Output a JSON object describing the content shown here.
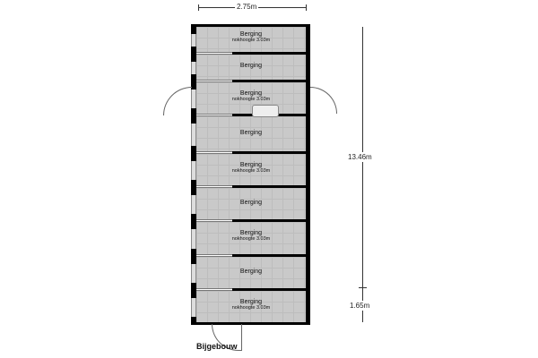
{
  "dimensions": {
    "width": "2.75m",
    "length_main": "13.46m",
    "length_extra": "1.65m"
  },
  "rooms": [
    {
      "label": "Berging",
      "sub": "nokhoogte 3.03m"
    },
    {
      "label": "Berging",
      "sub": ""
    },
    {
      "label": "Berging",
      "sub": "nokhoogte 3.03m"
    },
    {
      "label": "Berging",
      "sub": ""
    },
    {
      "label": "Berging",
      "sub": "nokhoogte 3.03m"
    },
    {
      "label": "Berging",
      "sub": ""
    },
    {
      "label": "Berging",
      "sub": "nokhoogte 3.03m"
    },
    {
      "label": "Berging",
      "sub": ""
    },
    {
      "label": "Berging",
      "sub": "nokhoogte 3.03m"
    }
  ],
  "title": "Bijgebouw"
}
